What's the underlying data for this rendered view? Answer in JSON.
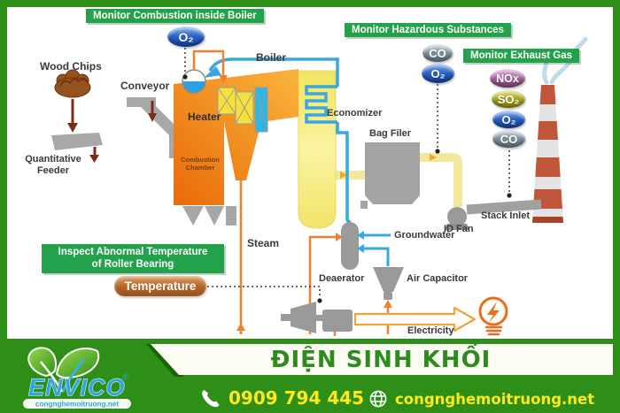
{
  "banners": {
    "combustion": "Monitor Combustion inside Boiler",
    "hazardous": "Monitor Hazardous Substances",
    "exhaust": "Monitor Exhaust Gas",
    "inspect_line1": "Inspect Abnormal Temperature",
    "inspect_line2": "of Roller Bearing"
  },
  "badges": {
    "boiler_o2": "O₂",
    "hazardous": [
      "CO",
      "O₂"
    ],
    "exhaust": [
      "NOx",
      "SO₂",
      "O₂",
      "CO"
    ],
    "temperature": "Temperature"
  },
  "labels": {
    "wood_chips": "Wood Chips",
    "conveyor": "Conveyor",
    "quantitative_feeder": "Quantitative Feeder",
    "heater": "Heater",
    "combustion_chamber": "Combustion Chamber",
    "boiler": "Boiler",
    "economizer": "Economizer",
    "bag_filter": "Bag Filer",
    "steam": "Steam",
    "id_fan": "ID Fan",
    "stack_inlet": "Stack Inlet",
    "groundwater": "Groundwater",
    "deaerator": "Deaerator",
    "air_capacitor": "Air Capacitor",
    "electricity": "Electricity"
  },
  "footer": {
    "title": "ĐIỆN SINH KHỐI",
    "phone": "0909 794 445",
    "website": "congnghemoitruong.net",
    "logo_text": "ENVICO",
    "logo_reg": "®",
    "logo_tagline": "congnghemoitruong.net"
  },
  "colors": {
    "frame_green": "#2e8f18",
    "banner_green": "#23a24b",
    "furnace_orange": "#ed6b06",
    "pass_yellow": "#f5e96f",
    "pipe_orange": "#f08030",
    "water_blue": "#38a8e0",
    "duct_yellow": "#f0e89a",
    "equipment_gray": "#a2a2a2",
    "stack_red": "#c0563a",
    "accent_yellow_text": "#ffe81a"
  }
}
